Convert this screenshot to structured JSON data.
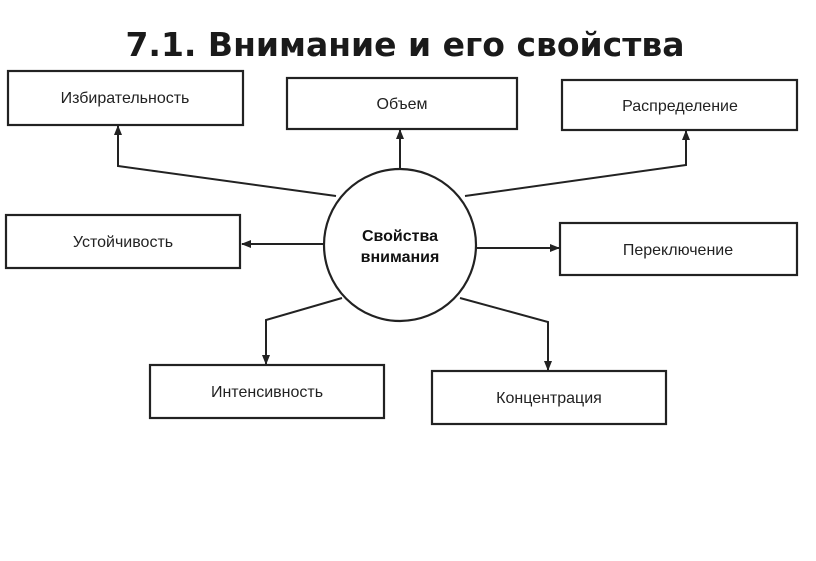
{
  "title": "7.1. Внимание и его свойства",
  "center": {
    "line1": "Свойства",
    "line2": "внимания"
  },
  "properties": [
    {
      "label": "Избирательность"
    },
    {
      "label": "Объем"
    },
    {
      "label": "Распределение"
    },
    {
      "label": "Устойчивость"
    },
    {
      "label": "Переключение"
    },
    {
      "label": "Интенсивность"
    },
    {
      "label": "Концентрация"
    }
  ]
}
